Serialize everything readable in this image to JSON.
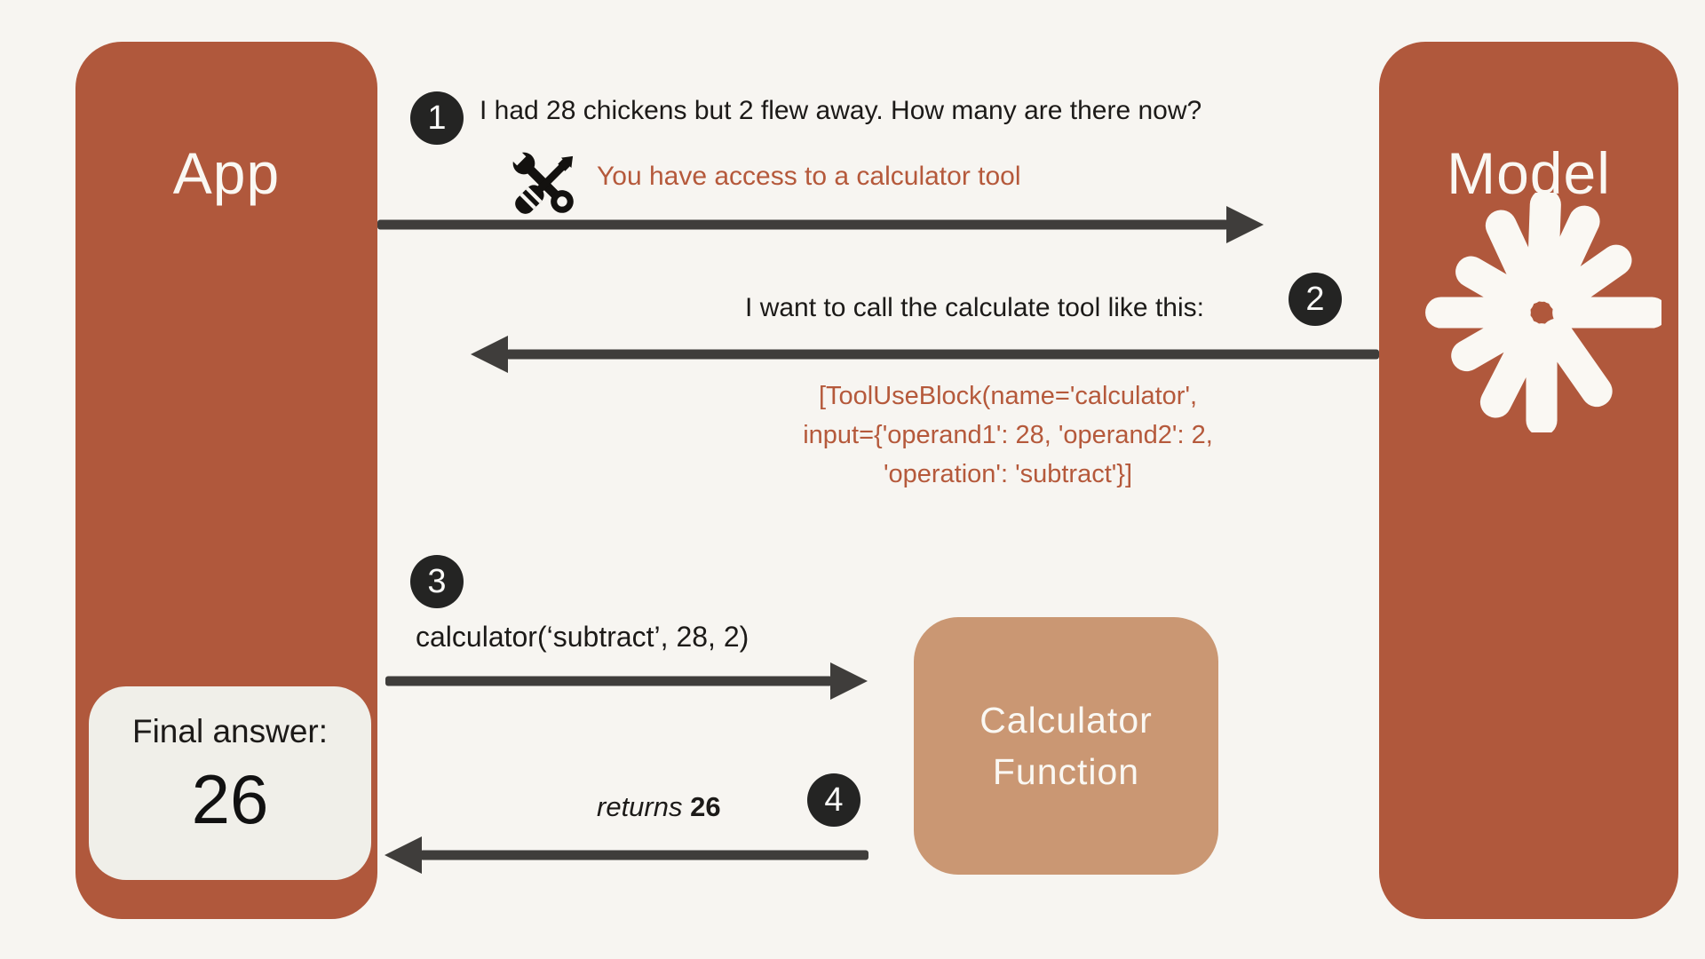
{
  "palette": {
    "background": "#f7f5f1",
    "terracotta": "#b0583c",
    "tan": "#ca9773",
    "cream": "#f0efe9",
    "badge_dark": "#242423",
    "arrow_gray": "#3f3d3b",
    "accent_text": "#b5593b"
  },
  "nodes": {
    "app": {
      "label": "App"
    },
    "model": {
      "label": "Model",
      "icon": "starburst-icon"
    },
    "calculator": {
      "label_line1": "Calculator",
      "label_line2": "Function"
    },
    "final_answer": {
      "label": "Final answer:",
      "value": "26"
    }
  },
  "steps": [
    {
      "num": "1",
      "message": "I had 28 chickens but 2 flew away. How many are there now?",
      "system_note": "You have access to a calculator tool",
      "icon": "tools-icon",
      "direction": "app-to-model"
    },
    {
      "num": "2",
      "message": "I want to call the calculate tool like this:",
      "code_lines": [
        "[ToolUseBlock(name='calculator',",
        "input={'operand1': 28, 'operand2': 2,",
        "'operation': 'subtract'}]"
      ],
      "direction": "model-to-app"
    },
    {
      "num": "3",
      "message": "calculator(‘subtract’, 28, 2)",
      "direction": "app-to-calculator"
    },
    {
      "num": "4",
      "message_italic": "returns",
      "message_bold": "26",
      "direction": "calculator-to-app"
    }
  ]
}
